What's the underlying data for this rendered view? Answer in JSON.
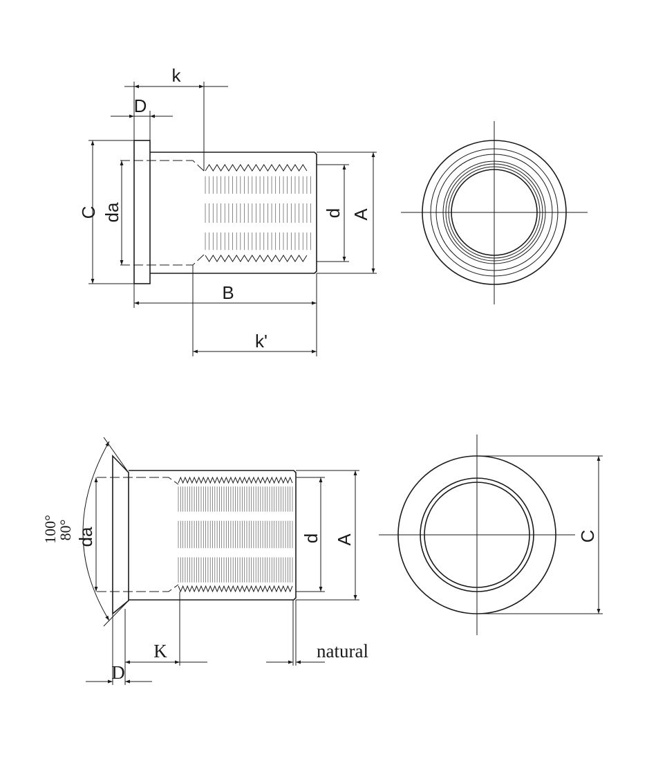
{
  "top_view": {
    "dim_k": "k",
    "dim_D": "D",
    "dim_C": "C",
    "dim_da": "da",
    "dim_d": "d",
    "dim_A": "A",
    "dim_B": "B",
    "dim_k_prime": "k'"
  },
  "bottom_view": {
    "angle_100": "100°",
    "angle_80": "80°",
    "dim_da": "da",
    "dim_d": "d",
    "dim_A": "A",
    "dim_C": "C",
    "dim_K": "K",
    "dim_D": "D",
    "label_natural": "natural"
  }
}
